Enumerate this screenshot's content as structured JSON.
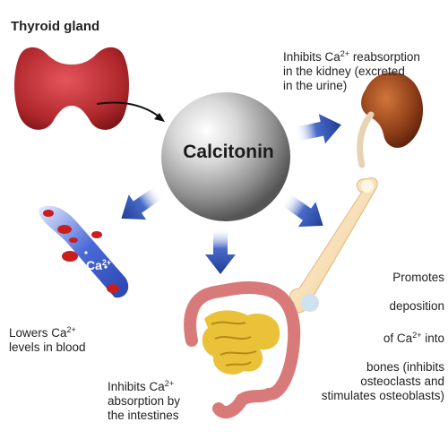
{
  "thyroid": {
    "label": "Thyroid gland"
  },
  "center": {
    "label": "Calcitonin"
  },
  "effects": {
    "kidney": {
      "line1_pre": "Inhibits Ca",
      "line1_sup": "2+",
      "line1_post": " reabsorption",
      "rest": "in the kidney (excreted\nin the urine)"
    },
    "bone": {
      "line1": "Promotes",
      "line2": "deposition",
      "line3_pre": "of Ca",
      "line3_sup": "2+",
      "line3_post": " into",
      "rest": "bones (inhibits\nosteoclasts and\nstimulates osteoblasts)"
    },
    "blood": {
      "line1_pre": "Lowers Ca",
      "line1_sup": "2+",
      "rest": "levels in blood"
    },
    "intestine": {
      "line1_pre": "Inhibits Ca",
      "line1_sup": "2+",
      "rest": "absorption by\nthe intestines"
    }
  },
  "vessel_label": {
    "pre": "Ca",
    "sup": "2+"
  },
  "colors": {
    "arrow": "#2a4aa0",
    "sphere": "#9a9a9a",
    "thyroid": "#b0282c",
    "kidney": "#8a3a16",
    "bone": "#f7e6c4",
    "intestine": "#e9c23a",
    "colon": "#d97a7a",
    "vessel": "#3a5ad0",
    "cell": "#c81e1e"
  }
}
